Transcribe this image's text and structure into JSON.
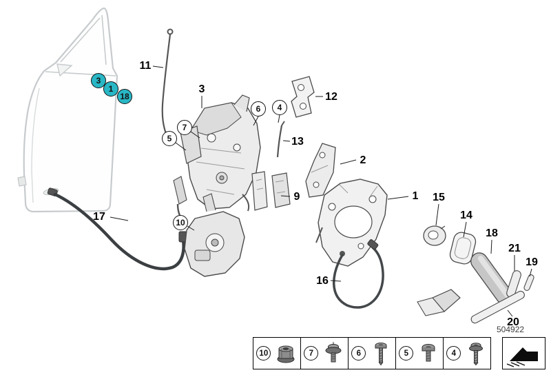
{
  "diagram": {
    "number": "504922",
    "highlight_color": "#29b7c6",
    "callouts": [
      {
        "id": "3",
        "highlighted": true
      },
      {
        "id": "1",
        "highlighted": true
      },
      {
        "id": "18",
        "highlighted": true
      },
      {
        "id": "7",
        "highlighted": false
      },
      {
        "id": "5",
        "highlighted": false
      },
      {
        "id": "6",
        "highlighted": false
      },
      {
        "id": "4",
        "highlighted": false
      },
      {
        "id": "10",
        "highlighted": false
      }
    ],
    "labels": [
      {
        "id": "11"
      },
      {
        "id": "3"
      },
      {
        "id": "12"
      },
      {
        "id": "13"
      },
      {
        "id": "2"
      },
      {
        "id": "9"
      },
      {
        "id": "1"
      },
      {
        "id": "15"
      },
      {
        "id": "14"
      },
      {
        "id": "18"
      },
      {
        "id": "21"
      },
      {
        "id": "19"
      },
      {
        "id": "16"
      },
      {
        "id": "17"
      },
      {
        "id": "20"
      }
    ],
    "legend": {
      "items": [
        {
          "id": "10",
          "icon": "flange-nut-icon"
        },
        {
          "id": "7",
          "icon": "screw-washer-icon"
        },
        {
          "id": "6",
          "icon": "torx-screw-long-icon"
        },
        {
          "id": "5",
          "icon": "pan-head-screw-icon"
        },
        {
          "id": "4",
          "icon": "countersunk-screw-icon"
        }
      ]
    },
    "direction_icon": "front-direction-arrow-icon"
  }
}
